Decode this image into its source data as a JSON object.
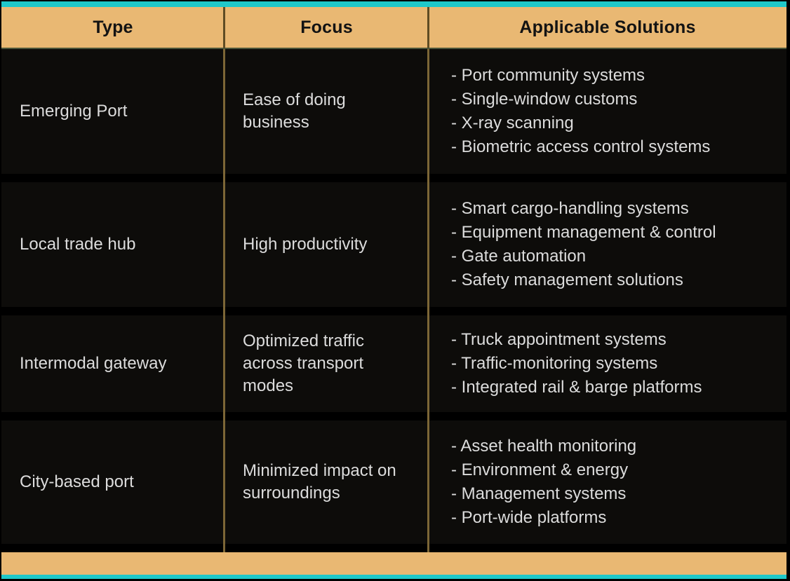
{
  "chart_data": {
    "type": "table",
    "title": "",
    "columns": [
      "Type",
      "Focus",
      "Applicable Solutions"
    ],
    "rows": [
      {
        "type": "Emerging Port",
        "focus": "Ease of doing business",
        "solutions": [
          "- Port community systems",
          "- Single-window customs",
          "- X-ray scanning",
          "- Biometric access control systems"
        ]
      },
      {
        "type": "Local trade hub",
        "focus": "High productivity",
        "solutions": [
          "- Smart cargo-handling systems",
          "- Equipment management & control",
          "- Gate automation",
          "- Safety management solutions"
        ]
      },
      {
        "type": "Intermodal gateway",
        "focus": "Optimized traffic across transport modes",
        "solutions": [
          "- Truck appointment systems",
          "- Traffic-monitoring systems",
          "- Integrated rail & barge platforms"
        ]
      },
      {
        "type": "City-based port",
        "focus": "Minimized impact on surroundings",
        "solutions": [
          "- Asset health monitoring",
          "- Environment & energy",
          "- Management systems",
          "- Port-wide platforms"
        ]
      }
    ],
    "layout": {
      "header_position": "top",
      "grid": "vertical-dividers-only",
      "row_count": 4,
      "column_count": 3
    },
    "colors": {
      "accent_teal": "#1fc8c9",
      "header_tan": "#e9b873",
      "divider_gold": "#7c6636",
      "header_divider_brown": "#5f4c24",
      "body_background": "#000000",
      "body_text": "#dcdcdc",
      "header_text": "#131313"
    }
  }
}
